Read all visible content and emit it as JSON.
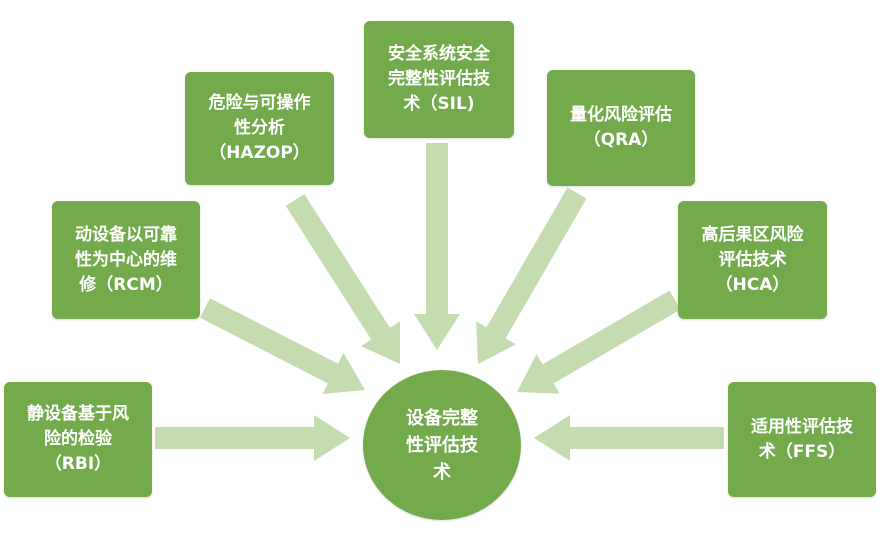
{
  "center": {
    "label": "设备完整\n性评估技\n术"
  },
  "nodes": {
    "sil": "安全系统安全\n完整性评估技\n术（SIL)",
    "hazop": "危险与可操作\n性分析\n（HAZOP）",
    "qra": "量化风险评估\n（QRA）",
    "rcm": "动设备以可靠\n性为中心的维\n修（RCM）",
    "hca": "高后果区风险\n评估技术\n（HCA）",
    "rbi": "静设备基于风\n险的检验\n（RBI）",
    "ffs": "适用性评估技\n术（FFS）"
  },
  "colors": {
    "box_fill": "#73aa4c",
    "arrow_fill": "#c5dbb0",
    "text": "#ffffff"
  }
}
